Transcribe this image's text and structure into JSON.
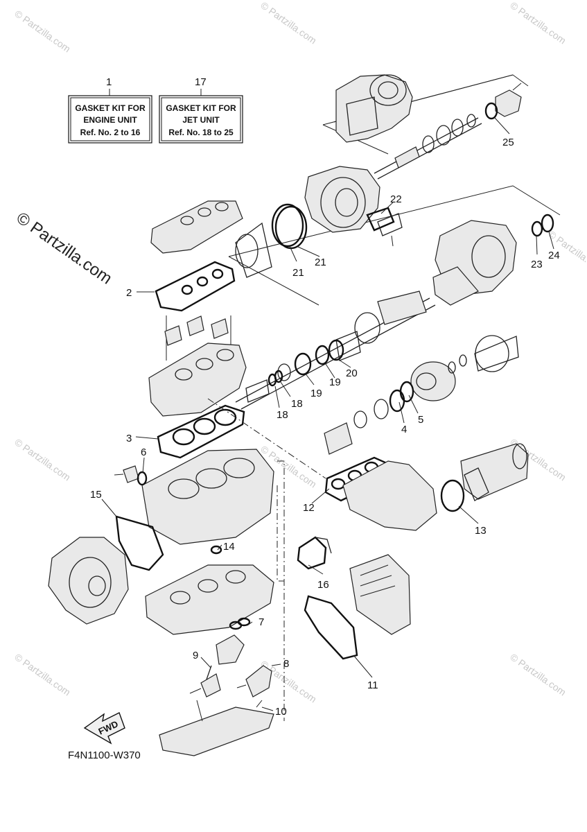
{
  "watermark": {
    "text": "© Partzilla.com",
    "side_text": "© Partzilla.com"
  },
  "kits": [
    {
      "ref": "1",
      "line1": "GASKET KIT FOR",
      "line2": "ENGINE UNIT",
      "line3": "Ref. No. 2 to 16"
    },
    {
      "ref": "17",
      "line1": "GASKET KIT FOR",
      "line2": "JET UNIT",
      "line3": "Ref. No. 18 to 25"
    }
  ],
  "callouts": [
    "2",
    "3",
    "4",
    "5",
    "6",
    "7",
    "8",
    "9",
    "10",
    "11",
    "12",
    "13",
    "14",
    "15",
    "16",
    "18",
    "18",
    "19",
    "19",
    "20",
    "21",
    "21",
    "22",
    "23",
    "24",
    "25"
  ],
  "fwd_label": "FWD",
  "diagram_code": "F4N1100-W370"
}
